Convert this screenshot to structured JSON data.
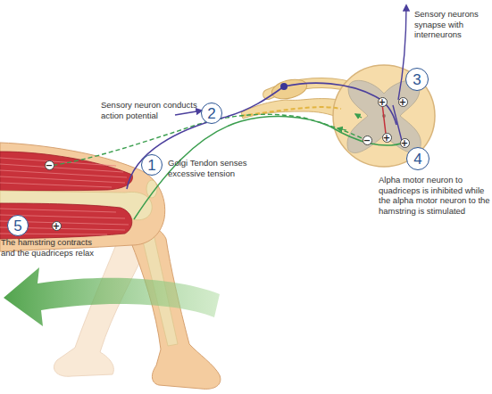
{
  "diagram": {
    "nodes": [
      {
        "text": [
          "1"
        ]
      },
      {
        "text": [
          "2"
        ]
      },
      {
        "text": [
          "3"
        ]
      },
      {
        "text": [
          "4"
        ]
      },
      {
        "text": [
          "5"
        ]
      }
    ],
    "labels": [
      "Sensory neurons synapse with interneurons",
      "+",
      "+",
      "Sensory neuron conducts action potential",
      "−",
      "+",
      "+",
      "−",
      "Golgi Tendon senses excessive tension",
      "Alpha motor neuron to quadriceps is inhibited while the alpha motor neuron to the hamstring is stimulated",
      "+",
      "The hamstring contracts and the quadriceps relax"
    ]
  }
}
